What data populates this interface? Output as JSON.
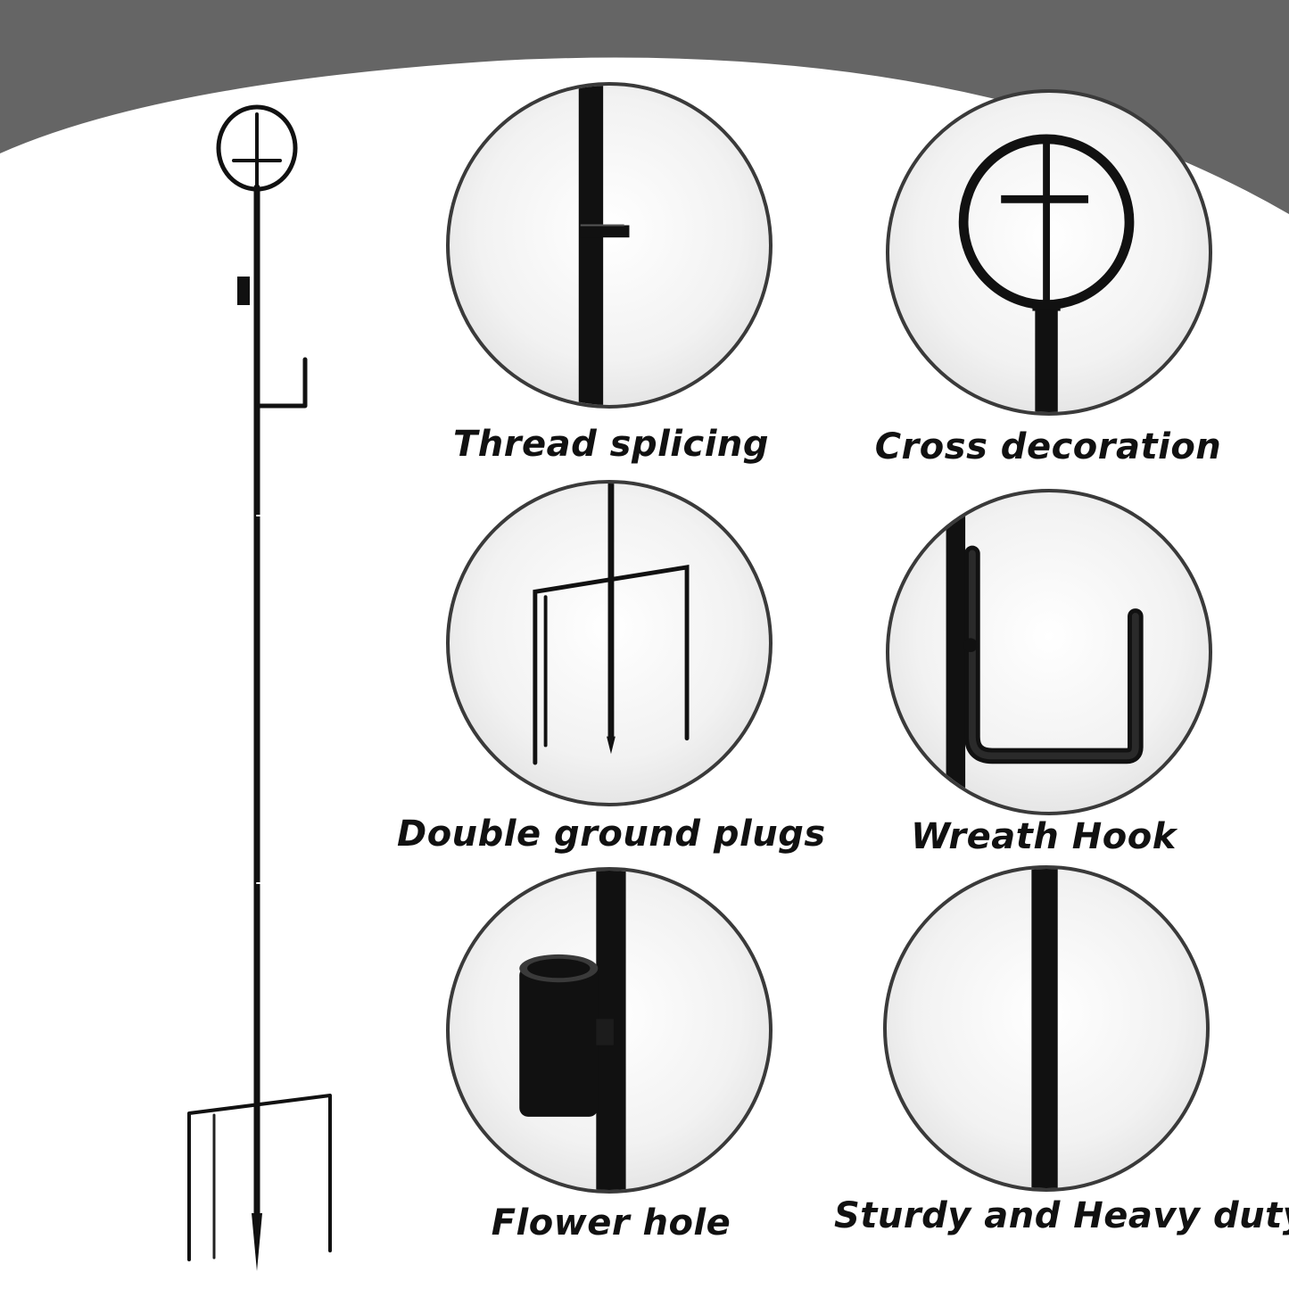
{
  "colors": {
    "banner": "#656565",
    "metal": "#111111",
    "circle_border": "#3a3a3a"
  },
  "features": [
    {
      "caption": "Thread splicing",
      "icon": "thread-splicing-detail"
    },
    {
      "caption": "Cross decoration",
      "icon": "cross-decoration-detail"
    },
    {
      "caption": "Double ground plugs",
      "icon": "ground-plugs-detail"
    },
    {
      "caption": "Wreath Hook",
      "icon": "wreath-hook-detail"
    },
    {
      "caption": "Flower hole",
      "icon": "flower-hole-detail"
    },
    {
      "caption": "Sturdy and Heavy duty",
      "icon": "sturdy-pole-detail"
    }
  ]
}
